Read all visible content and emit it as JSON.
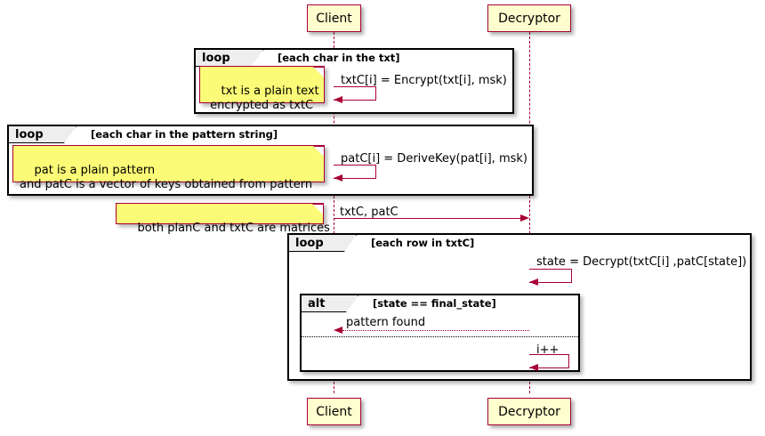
{
  "diagram": {
    "type": "sequence-diagram",
    "colors": {
      "participant_fill": "#FEFECE",
      "participant_border": "#A80036",
      "note_fill": "#FBFB77",
      "note_border": "#A80036",
      "arrow": "#A80036",
      "fragment_border": "#000000",
      "fragment_tab_fill": "#EEEEEE",
      "background": "#FFFFFF"
    }
  },
  "participants": [
    {
      "id": "client",
      "label": "Client"
    },
    {
      "id": "decryptor",
      "label": "Decryptor"
    }
  ],
  "participants_bottom": [
    {
      "id": "client",
      "label": "Client"
    },
    {
      "id": "decryptor",
      "label": "Decryptor"
    }
  ],
  "fragments": [
    {
      "id": "loop1",
      "kind": "loop",
      "kind_label": "loop",
      "guard": "[each char in the txt]"
    },
    {
      "id": "loop2",
      "kind": "loop",
      "kind_label": "loop",
      "guard": "[each char in the pattern string]"
    },
    {
      "id": "loop3",
      "kind": "loop",
      "kind_label": "loop",
      "guard": "[each row in txtC]"
    },
    {
      "id": "alt1",
      "kind": "alt",
      "kind_label": "alt",
      "guard": "[state == final_state]",
      "else_guard": ""
    }
  ],
  "notes": [
    {
      "id": "note1",
      "text": "txt is a plain text\n encrypted as txtC",
      "anchor": "left of Client"
    },
    {
      "id": "note2",
      "text": "pat is a plain pattern\nand patC is a vector of keys obtained from pattern",
      "anchor": "left of Client"
    },
    {
      "id": "note3",
      "text": "both planC and txtC are matrices",
      "anchor": "left of Client"
    }
  ],
  "messages": [
    {
      "id": "m1",
      "label": "txtC[i] = Encrypt(txt[i], msk)",
      "from": "client",
      "to": "client",
      "style": "solid",
      "self": true
    },
    {
      "id": "m2",
      "label": "patC[i] = DeriveKey(pat[i], msk)",
      "from": "client",
      "to": "client",
      "style": "solid",
      "self": true
    },
    {
      "id": "m3",
      "label": "txtC, patC",
      "from": "client",
      "to": "decryptor",
      "style": "solid",
      "self": false
    },
    {
      "id": "m4",
      "label": "state = Decrypt(txtC[i] ,patC[state])",
      "from": "decryptor",
      "to": "decryptor",
      "style": "solid",
      "self": true
    },
    {
      "id": "m5",
      "label": "pattern found",
      "from": "decryptor",
      "to": "client",
      "style": "dotted",
      "self": false
    },
    {
      "id": "m6",
      "label": "i++",
      "from": "decryptor",
      "to": "decryptor",
      "style": "solid",
      "self": true
    }
  ]
}
